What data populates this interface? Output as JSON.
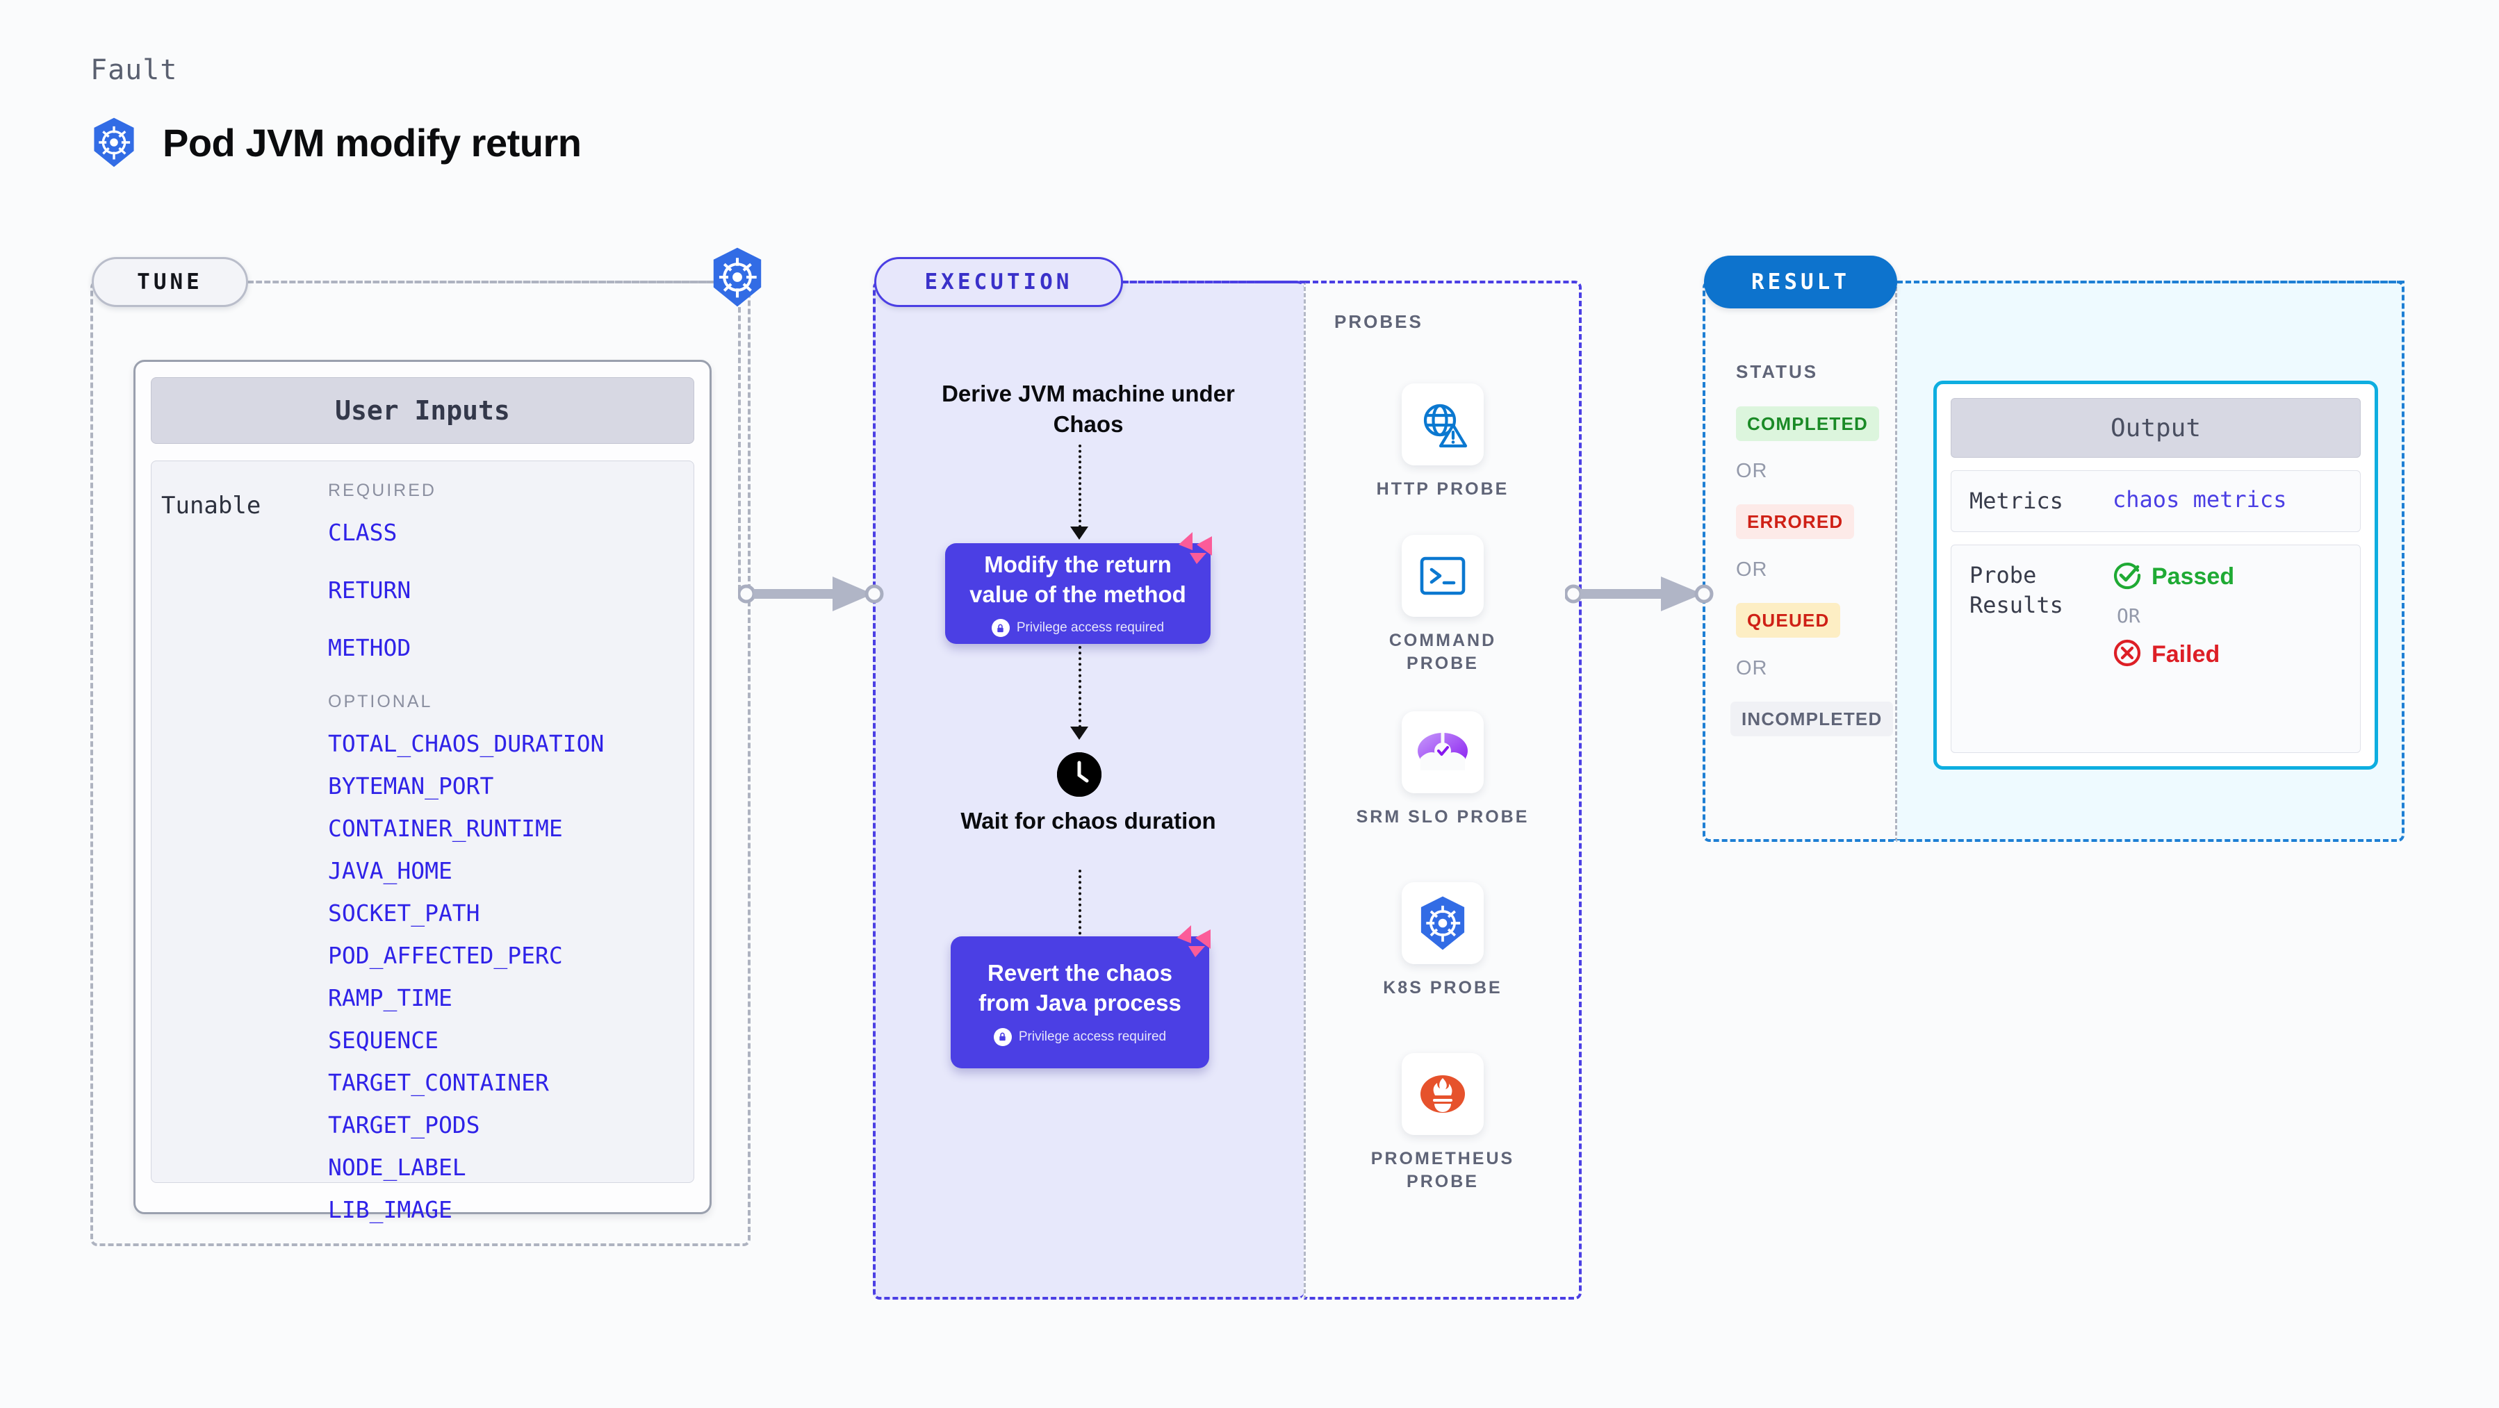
{
  "header": {
    "eyebrow": "Fault",
    "title": "Pod JVM modify return",
    "logo_icon": "kubernetes-icon"
  },
  "stages": {
    "tune": {
      "label": "TUNE"
    },
    "execution": {
      "label": "EXECUTION"
    },
    "result": {
      "label": "RESULT"
    }
  },
  "tune": {
    "card_title": "User Inputs",
    "tunable_label": "Tunable",
    "required_label": "REQUIRED",
    "optional_label": "OPTIONAL",
    "required": [
      "CLASS",
      "RETURN",
      "METHOD"
    ],
    "optional": [
      "TOTAL_CHAOS_DURATION",
      "BYTEMAN_PORT",
      "CONTAINER_RUNTIME",
      "JAVA_HOME",
      "SOCKET_PATH",
      "POD_AFFECTED_PERC",
      "RAMP_TIME",
      "SEQUENCE",
      "TARGET_CONTAINER",
      "TARGET_PODS",
      "NODE_LABEL",
      "LIB_IMAGE"
    ]
  },
  "execution": {
    "step1_text": "Derive JVM machine under Chaos",
    "action1_title": "Modify the return value of the method",
    "action1_note": "Privilege access required",
    "wait_text": "Wait for chaos duration",
    "wait_icon": "clock-icon",
    "action2_title": "Revert the chaos from Java process",
    "action2_note": "Privilege access required"
  },
  "probes": {
    "title": "PROBES",
    "items": [
      {
        "label": "HTTP PROBE",
        "icon": "globe-warning-icon"
      },
      {
        "label": "COMMAND PROBE",
        "icon": "terminal-icon"
      },
      {
        "label": "SRM SLO PROBE",
        "icon": "srm-slo-icon"
      },
      {
        "label": "K8S PROBE",
        "icon": "kubernetes-icon"
      },
      {
        "label": "PROMETHEUS PROBE",
        "icon": "prometheus-icon"
      }
    ]
  },
  "result": {
    "status_title": "STATUS",
    "statuses": [
      {
        "label": "COMPLETED",
        "bg": "#dcf5dd",
        "fg": "#1a8a26"
      },
      {
        "label": "ERRORED",
        "bg": "#fdeae8",
        "fg": "#cf2016"
      },
      {
        "label": "QUEUED",
        "bg": "#fdeec4",
        "fg": "#cf2016"
      },
      {
        "label": "INCOMPLETED",
        "bg": "#f0f1f5",
        "fg": "#5f6477"
      }
    ],
    "or_label": "OR",
    "output": {
      "title": "Output",
      "metrics_key": "Metrics",
      "metrics_value": "chaos metrics",
      "probe_key": "Probe Results",
      "passed_label": "Passed",
      "failed_label": "Failed",
      "or_label": "OR",
      "passed_icon": "check-circle-icon",
      "failed_icon": "x-circle-icon"
    }
  },
  "colors": {
    "accent_purple": "#4b3fe4",
    "accent_blue": "#0d73cd",
    "accent_cyan": "#0eaee0",
    "pink_badge": "#fb5c99"
  }
}
